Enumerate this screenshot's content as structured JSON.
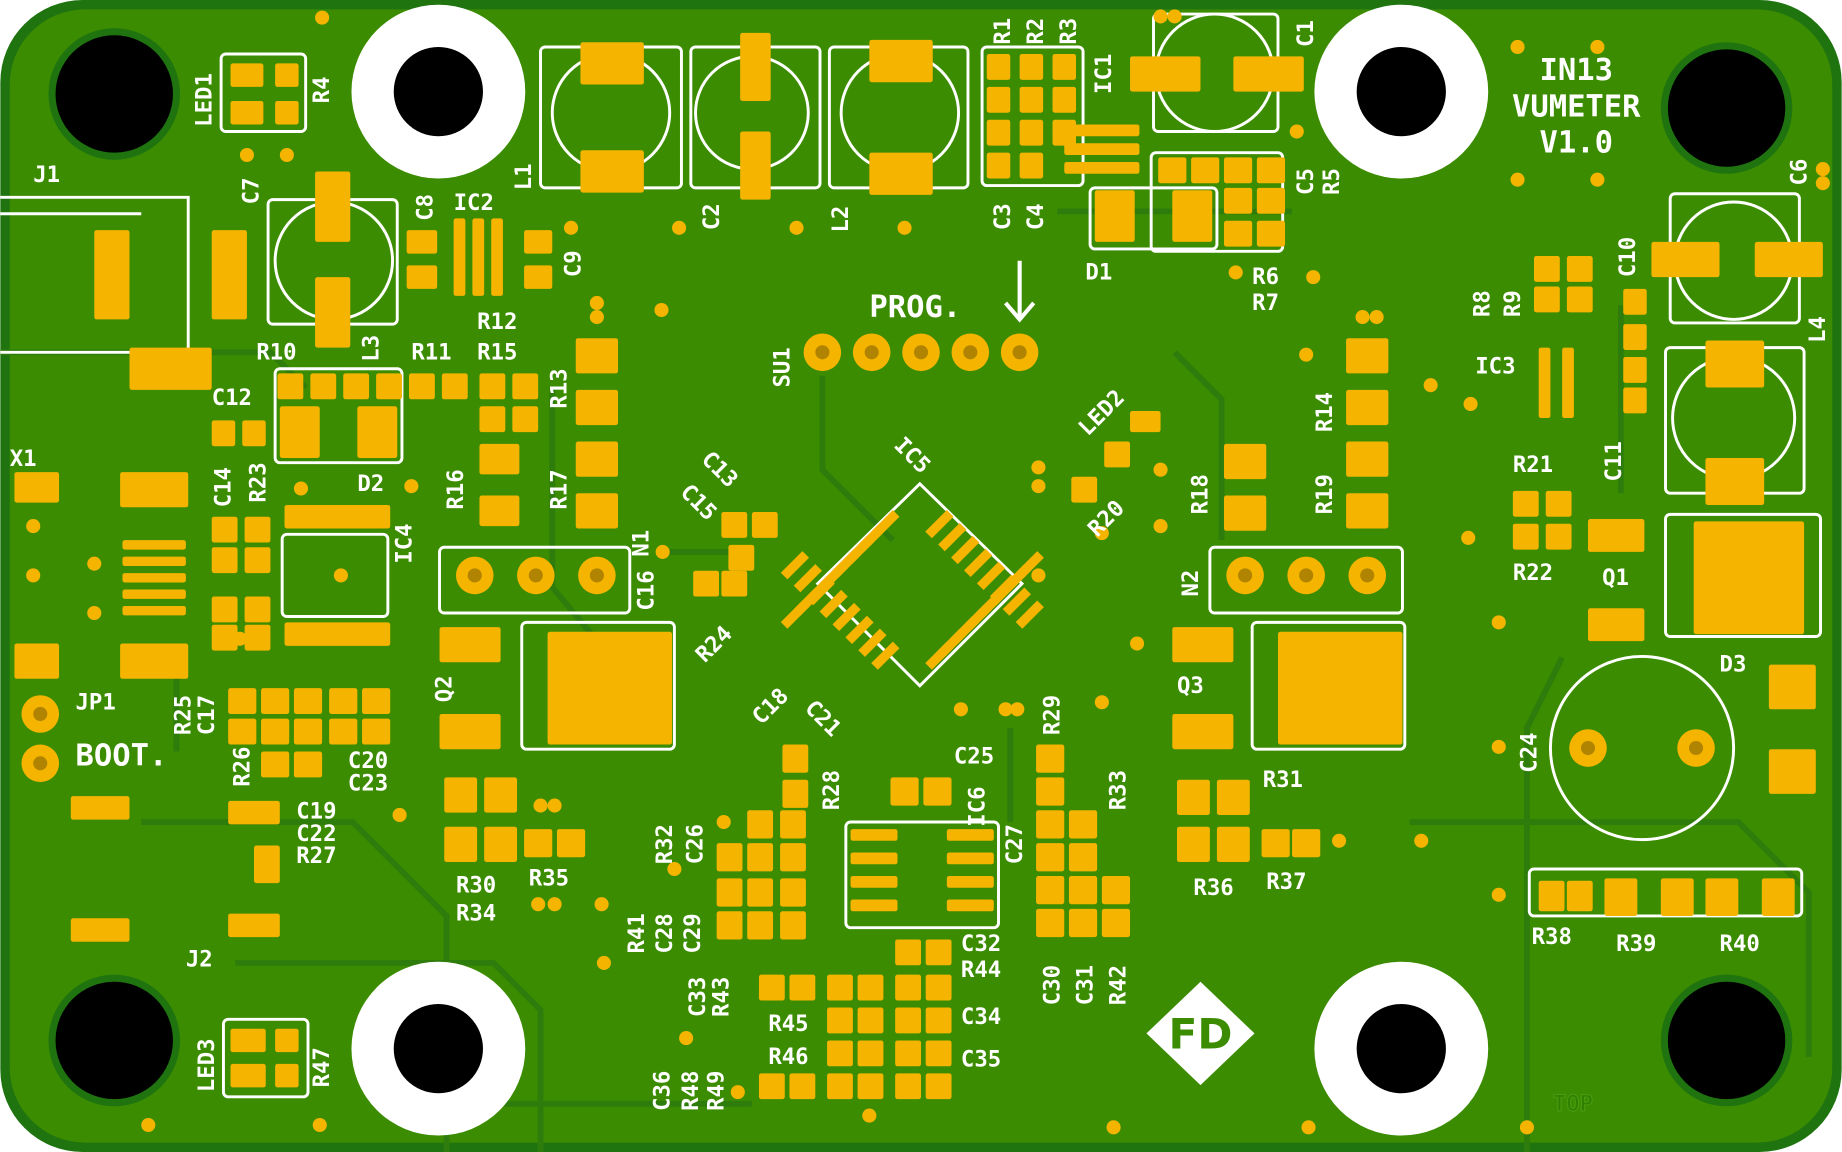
{
  "board": {
    "title_lines": [
      "IN13",
      "VUMETER",
      "V1.0"
    ],
    "prog_label": "PROG.",
    "boot_label": "BOOT.",
    "layer_label": "TOP",
    "logo_text": "FD"
  },
  "colors": {
    "board": "#3b8c00",
    "edge": "#1f7410",
    "copper_pad": "#f5b400",
    "silkscreen": "#ffffff",
    "hole": "#000000"
  },
  "labels": {
    "LED1": "LED1",
    "R4": "R4",
    "J1": "J1",
    "C7": "C7",
    "C8": "C8",
    "IC2": "IC2",
    "C9": "C9",
    "L3": "L3",
    "R12": "R12",
    "R10": "R10",
    "R11": "R11",
    "R15": "R15",
    "C12": "C12",
    "R13": "R13",
    "X1": "X1",
    "C14": "C14",
    "R23": "R23",
    "D2": "D2",
    "IC4": "IC4",
    "R16": "R16",
    "R17": "R17",
    "N1": "N1",
    "C15": "C15",
    "C13": "C13",
    "C16": "C16",
    "R24": "R24",
    "IC5": "IC5",
    "LED2": "LED2",
    "R20": "R20",
    "SU1": "SU1",
    "L1": "L1",
    "C2": "C2",
    "L2": "L2",
    "R1": "R1",
    "R2": "R2",
    "R3": "R3",
    "IC1": "IC1",
    "C1": "C1",
    "C3": "C3",
    "C4": "C4",
    "C5": "C5",
    "R5": "R5",
    "D1": "D1",
    "R6": "R6",
    "R7": "R7",
    "R18": "R18",
    "R19": "R19",
    "R14": "R14",
    "N2": "N2",
    "Q2": "Q2",
    "Q3": "Q3",
    "JP1": "JP1",
    "R25": "R25",
    "C17": "C17",
    "R26": "R26",
    "C20": "C20",
    "C23": "C23",
    "C19": "C19",
    "C22": "C22",
    "R27": "R27",
    "J2": "J2",
    "R30": "R30",
    "R35": "R35",
    "R34": "R34",
    "R32": "R32",
    "C26": "C26",
    "R28": "R28",
    "C25": "C25",
    "IC6": "IC6",
    "C27": "C27",
    "R29": "R29",
    "R33": "R33",
    "R31": "R31",
    "R36": "R36",
    "R37": "R37",
    "R41": "R41",
    "C28": "C28",
    "C29": "C29",
    "C33": "C33",
    "R43": "R43",
    "C32": "C32",
    "R44": "R44",
    "C34": "C34",
    "R45": "R45",
    "R46": "R46",
    "C35": "C35",
    "C36": "C36",
    "R48": "R48",
    "R49": "R49",
    "C30": "C30",
    "C31": "C31",
    "R42": "R42",
    "C18": "C18",
    "C21": "C21",
    "LED3": "LED3",
    "R47": "R47",
    "C6": "C6",
    "C10": "C10",
    "R8": "R8",
    "R9": "R9",
    "IC3": "IC3",
    "L4": "L4",
    "C11": "C11",
    "R21": "R21",
    "R22": "R22",
    "Q1": "Q1",
    "D3": "D3",
    "C24": "C24",
    "R38": "R38",
    "R39": "R39",
    "R40": "R40"
  }
}
